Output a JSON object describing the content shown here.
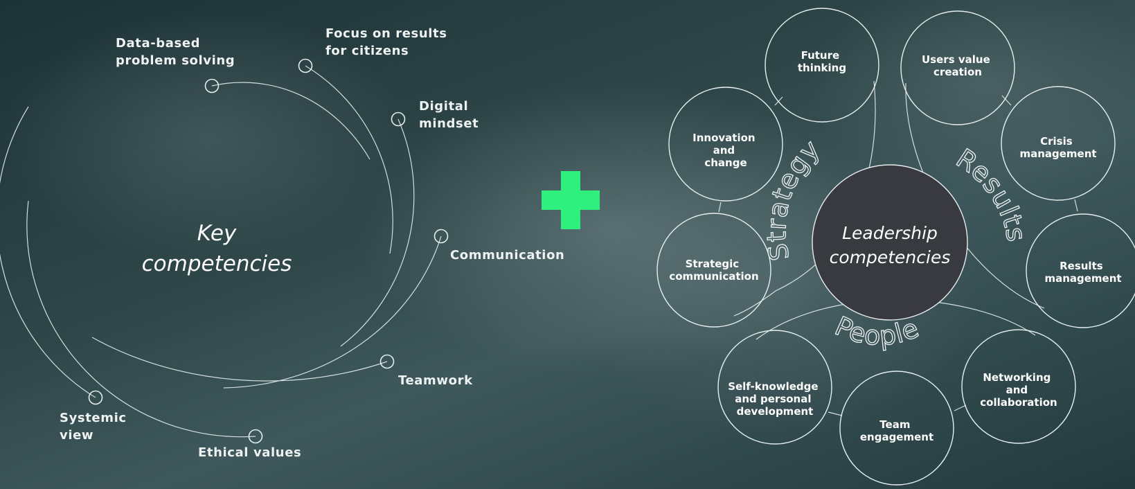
{
  "key_competencies": {
    "title": "Key\ncompetencies",
    "labels": {
      "data_based": "Data-based\nproblem solving",
      "focus_results": "Focus on results\nfor citizens",
      "digital_mindset": "Digital\nmindset",
      "communication": "Communication",
      "teamwork": "Teamwork",
      "ethical_values": "Ethical values",
      "systemic_view": "Systemic\nview"
    }
  },
  "plus_color": "#2ff07f",
  "leadership": {
    "center": [
      "Leadership",
      "competencies"
    ],
    "groups": {
      "strategy": "Strategy",
      "results": "Results",
      "people": "People"
    },
    "competencies": {
      "future_thinking": [
        "Future",
        "thinking"
      ],
      "innovation": [
        "Innovation",
        "and",
        "change"
      ],
      "strategic_communication": [
        "Strategic",
        "communication"
      ],
      "users_value": [
        "Users value",
        "creation"
      ],
      "crisis": [
        "Crisis",
        "management"
      ],
      "results_management": [
        "Results",
        "management"
      ],
      "self_knowledge": [
        "Self-knowledge",
        "and personal",
        "development"
      ],
      "team_engagement": [
        "Team",
        "engagement"
      ],
      "networking": [
        "Networking",
        "and",
        "collaboration"
      ]
    }
  }
}
